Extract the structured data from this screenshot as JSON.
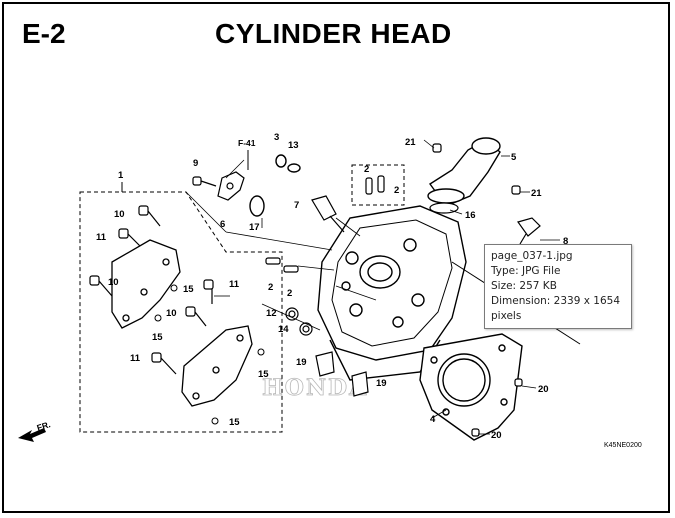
{
  "header": {
    "code": "E-2",
    "title": "CYLINDER HEAD"
  },
  "diagram": {
    "ref_label": "F-41",
    "watermark": "HONDA",
    "drawing_code": "K45NE0200",
    "direction_label": "FR.",
    "callouts": {
      "c1": "1",
      "c2a": "2",
      "c2b": "2",
      "c2c": "2",
      "c2d": "2",
      "c3": "3",
      "c4": "4",
      "c5": "5",
      "c6": "6",
      "c7": "7",
      "c8": "8",
      "c9": "9",
      "c10a": "10",
      "c10b": "10",
      "c10c": "10",
      "c11a": "11",
      "c11b": "11",
      "c11c": "11",
      "c12": "12",
      "c13": "13",
      "c14": "14",
      "c15a": "15",
      "c15b": "15",
      "c15c": "15",
      "c15d": "15",
      "c16": "16",
      "c17": "17",
      "c19a": "19",
      "c19b": "19",
      "c20a": "20",
      "c20b": "20",
      "c21a": "21",
      "c21b": "21"
    }
  },
  "tooltip": {
    "filename": "page_037-1.jpg",
    "type": "Type: JPG File",
    "size": "Size: 257 KB",
    "dimension": "Dimension: 2339 x 1654",
    "dimension_unit": "pixels"
  }
}
